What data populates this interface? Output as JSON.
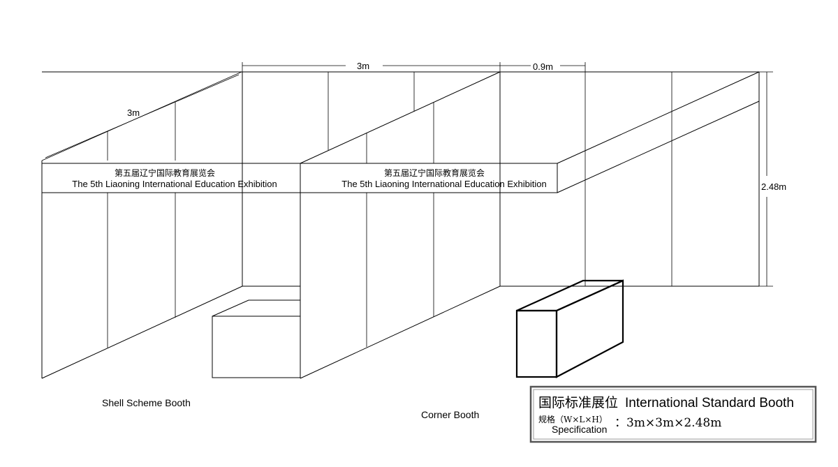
{
  "fascia": {
    "booth1_cn": "第五届辽宁国际教育展览会",
    "booth1_en": "The 5th Liaoning International Education Exhibition",
    "booth2_cn": "第五届辽宁国际教育展览会",
    "booth2_en": "The 5th Liaoning International Education Exhibition"
  },
  "dimensions": {
    "depth": "3m",
    "width": "3m",
    "extension": "0.9m",
    "height": "2.48m"
  },
  "captions": {
    "shell": "Shell  Scheme Booth",
    "corner": "Corner Booth"
  },
  "panel": {
    "title_cn": "国际标准展位",
    "title_en": "International Standard Booth",
    "spec_cn": "规格（W×L×H）",
    "spec_en": "Specification",
    "spec_value": "：3m×3m×2.48m"
  }
}
